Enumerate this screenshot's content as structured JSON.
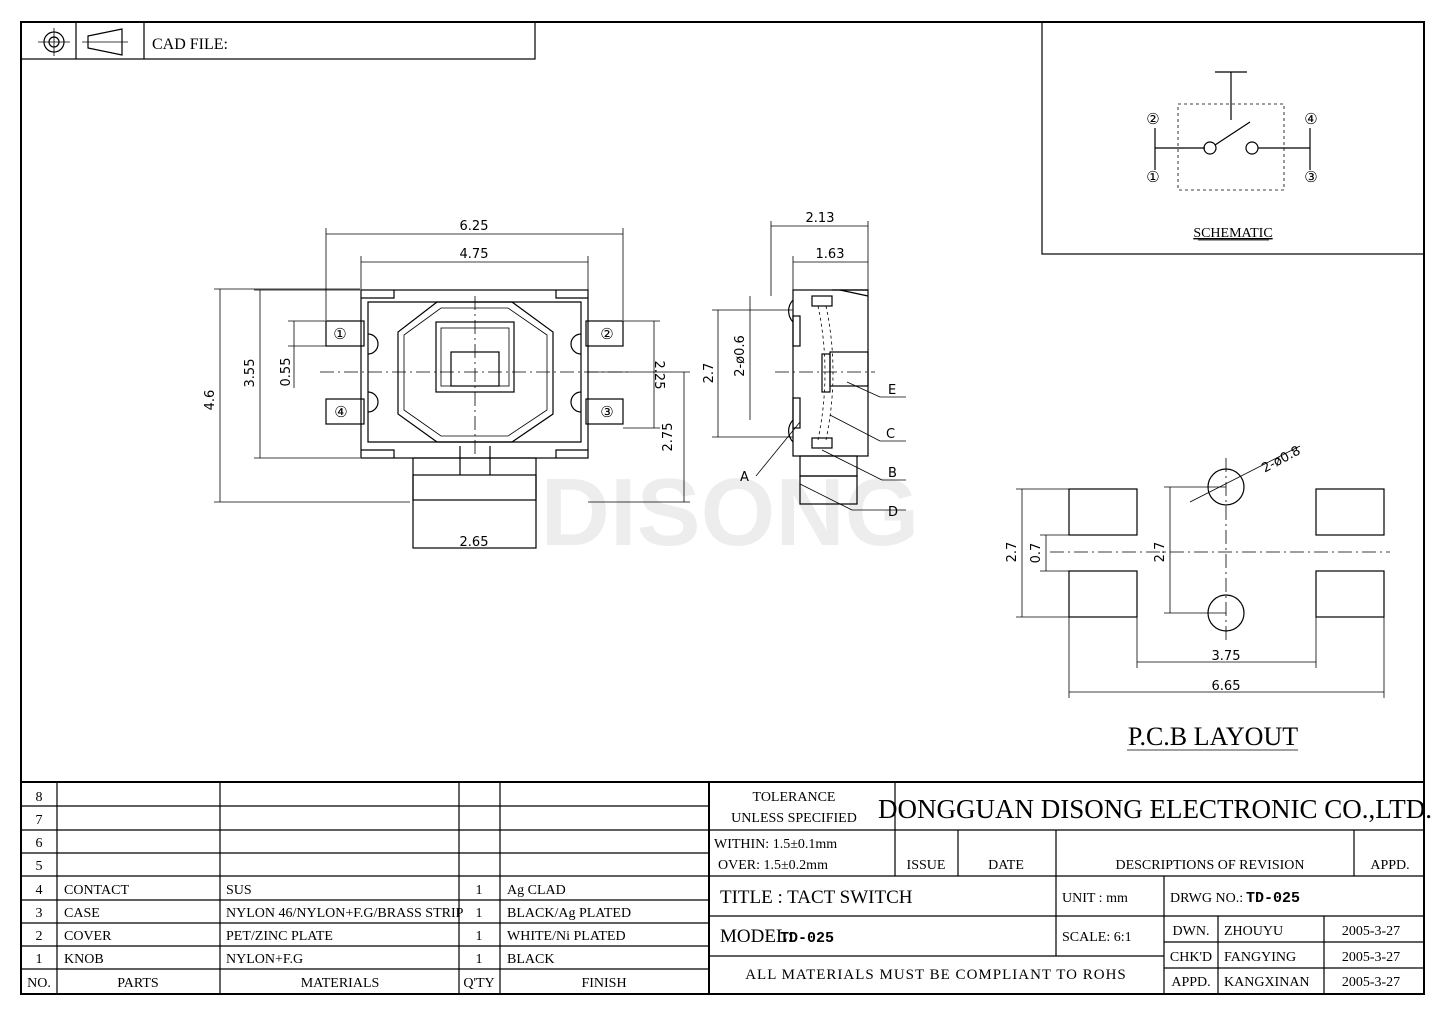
{
  "header": {
    "cad_label": "CAD FILE:"
  },
  "watermark": "DISONG",
  "schematic": {
    "title": "SCHEMATIC",
    "pins": [
      "①",
      "②",
      "③",
      "④"
    ]
  },
  "front_view": {
    "dims": {
      "w_total": "6.25",
      "w_body": "4.75",
      "h_total": "4.6",
      "h_body": "3.55",
      "pin_gap": "0.55",
      "h_right": "2.25",
      "h_right2": "2.75",
      "knob_w": "2.65"
    },
    "pins": [
      "①",
      "②",
      "③",
      "④"
    ]
  },
  "side_view": {
    "dims": {
      "w_total": "2.13",
      "w_body": "1.63",
      "h": "2.7",
      "holes": "2-ø0.6"
    },
    "callouts": [
      "A",
      "B",
      "C",
      "D",
      "E"
    ]
  },
  "pcb": {
    "title": "P.C.B LAYOUT",
    "dims": {
      "h1": "2.7",
      "h2": "0.7",
      "h3": "2.7",
      "holes": "2-ø0.8",
      "w1": "3.75",
      "w2": "6.65"
    }
  },
  "title_block": {
    "parts_table": {
      "rows": [
        {
          "no": "8",
          "part": "",
          "material": "",
          "qty": "",
          "finish": ""
        },
        {
          "no": "7",
          "part": "",
          "material": "",
          "qty": "",
          "finish": ""
        },
        {
          "no": "6",
          "part": "",
          "material": "",
          "qty": "",
          "finish": ""
        },
        {
          "no": "5",
          "part": "",
          "material": "",
          "qty": "",
          "finish": ""
        },
        {
          "no": "4",
          "part": "CONTACT",
          "material": "SUS",
          "qty": "1",
          "finish": "Ag CLAD"
        },
        {
          "no": "3",
          "part": "CASE",
          "material": "NYLON 46/NYLON+F.G/BRASS STRIP",
          "qty": "1",
          "finish": "BLACK/Ag PLATED"
        },
        {
          "no": "2",
          "part": "COVER",
          "material": "PET/ZINC PLATE",
          "qty": "1",
          "finish": "WHITE/Ni PLATED"
        },
        {
          "no": "1",
          "part": "KNOB",
          "material": "NYLON+F.G",
          "qty": "1",
          "finish": "BLACK"
        }
      ],
      "headers": {
        "no": "NO.",
        "part": "PARTS",
        "material": "MATERIALS",
        "qty": "Q'TY",
        "finish": "FINISH"
      }
    },
    "tolerance": {
      "line1": "TOLERANCE",
      "line2": "UNLESS  SPECIFIED",
      "within": "WITHIN: 1.5±0.1mm",
      "over": "OVER: 1.5±0.2mm"
    },
    "company": "DONGGUAN DISONG ELECTRONIC CO.,LTD.",
    "revision": {
      "issue": "ISSUE",
      "date": "DATE",
      "desc": "DESCRIPTIONS OF REVISION",
      "appd": "APPD."
    },
    "title_label": "TITLE :  TACT SWITCH",
    "unit_label": "UNIT :   mm",
    "drwg_label": "DRWG NO.:",
    "drwg_no": "TD-025",
    "model_label": "MODEL:",
    "model_no": "TD-025",
    "scale_label": "SCALE:   6:1",
    "compliance": "ALL MATERIALS MUST BE COMPLIANT TO ROHS",
    "signoff": [
      {
        "role": "DWN.",
        "name": "ZHOUYU",
        "date": "2005-3-27"
      },
      {
        "role": "CHK'D",
        "name": "FANGYING",
        "date": "2005-3-27"
      },
      {
        "role": "APPD.",
        "name": "KANGXINAN",
        "date": "2005-3-27"
      }
    ]
  }
}
